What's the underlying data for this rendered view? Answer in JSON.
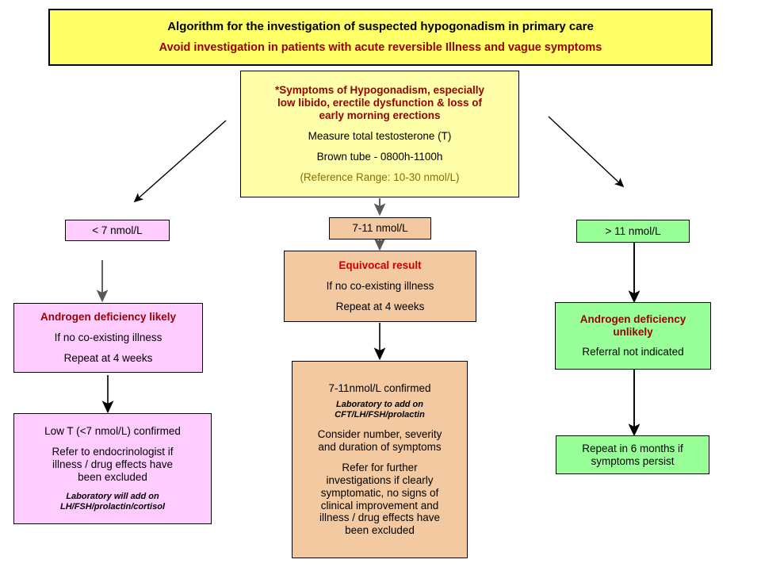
{
  "title_box": {
    "line1": "Algorithm for the investigation of suspected  hypogonadism in primary care",
    "line2": "Avoid investigation in patients with acute reversible Illness and vague symptoms"
  },
  "start_box": {
    "heading_l1": "*Symptoms of Hypogonadism, especially",
    "heading_l2": "low libido, erectile dysfunction & loss of",
    "heading_l3": "early morning erections",
    "line1": "Measure total testosterone (T)",
    "line2": "Brown tube - 0800h-1100h",
    "line3": "(Reference Range: 10-30 nmol/L)"
  },
  "branches": {
    "low": {
      "threshold": "< 7 nmol/L"
    },
    "equivocal": {
      "threshold": "7-11 nmol/L"
    },
    "normal": {
      "threshold": "> 11 nmol/L"
    }
  },
  "low_result": {
    "heading": "Androgen deficiency likely",
    "line1": "If no co-existing illness",
    "line2": "Repeat  at 4 weeks"
  },
  "low_confirmed": {
    "line1": "Low T (<7 nmol/L) confirmed",
    "line2": "Refer to endocrinologist if",
    "line3": "illness / drug effects have",
    "line4": "been excluded",
    "note_l1": "Laboratory will add on",
    "note_l2": "LH/FSH/prolactin/cortisol"
  },
  "equivocal_result": {
    "heading": "Equivocal result",
    "line1": "If  no co-existing illness",
    "line2": "Repeat at 4 weeks"
  },
  "equivocal_confirmed": {
    "line1": "7-11nmol/L confirmed",
    "note_l1": "Laboratory to add on",
    "note_l2": "CFT/LH/FSH/prolactin",
    "line2": "Consider number, severity",
    "line3": "and duration of symptoms",
    "line4": "Refer for further",
    "line5": "investigations if clearly",
    "line6": "symptomatic, no signs of",
    "line7": "clinical improvement and",
    "line8": "illness / drug effects have",
    "line9": "been excluded"
  },
  "normal_result": {
    "heading_l1": "Androgen deficiency",
    "heading_l2": "unlikely",
    "line1": "Referral not indicated"
  },
  "normal_followup": {
    "line1": "Repeat in 6 months if",
    "line2": "symptoms persist"
  },
  "colors": {
    "title_bg": "#ffff66",
    "start_bg": "#ffffaa",
    "low_bg": "#ffccff",
    "equivocal_bg": "#f2c9a0",
    "normal_bg": "#99ff99",
    "heading_dark_red": "#990000",
    "heading_red": "#cc0000",
    "border": "#000000",
    "arrow_gray": "#595959",
    "arrow_black": "#000000"
  }
}
